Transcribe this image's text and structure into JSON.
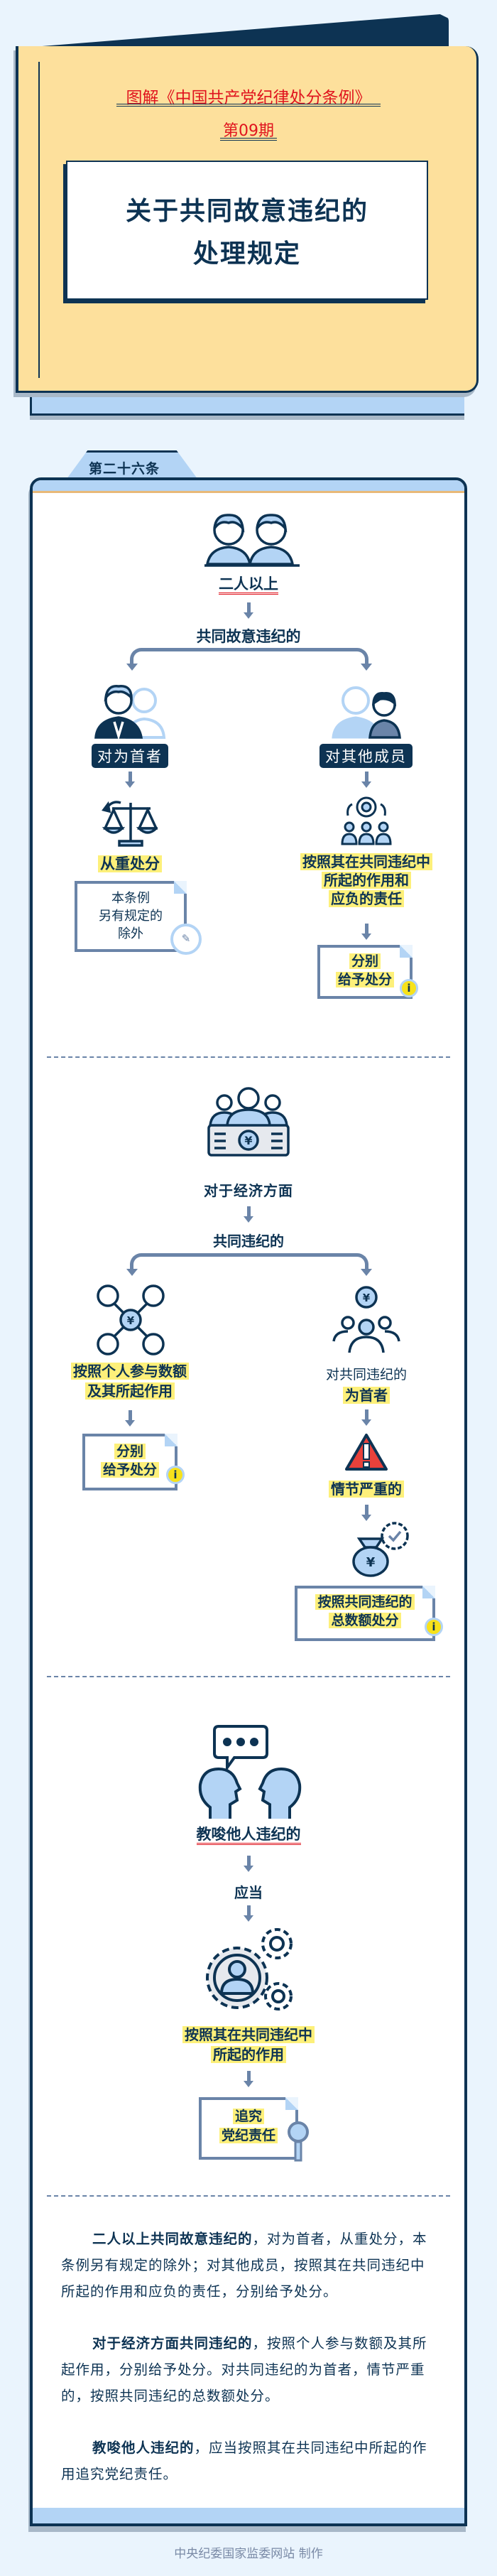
{
  "header": {
    "series_title": "图解《中国共产党纪律处分条例》",
    "issue": "第09期",
    "title_lines": [
      "关于共同故意违纪的",
      "处理规定"
    ]
  },
  "article": {
    "label": "第二十六条"
  },
  "section1": {
    "top": "二人以上",
    "branch": "共同故意违纪的",
    "left": {
      "label": "对为首者",
      "result": "从重处分",
      "note_lines": [
        "本条例",
        "另有规定的",
        "除外"
      ]
    },
    "right": {
      "label": "对其他成员",
      "result_lines": [
        "按照其在共同违纪中",
        "所起的作用和",
        "应负的责任"
      ],
      "box_lines": [
        "分别",
        "给予处分"
      ]
    }
  },
  "section2": {
    "top": "对于经济方面",
    "branch": "共同违纪的",
    "left": {
      "result_lines": [
        "按照个人参与数额",
        "及其所起作用"
      ],
      "box_lines": [
        "分别",
        "给予处分"
      ]
    },
    "right": {
      "pre": "对共同违纪的",
      "label": "为首者",
      "condition": "情节严重的",
      "box_lines": [
        "按照共同违纪的",
        "总数额处分"
      ]
    }
  },
  "section3": {
    "top": "教唆他人违纪的",
    "mid": "应当",
    "result_lines": [
      "按照其在共同违纪中",
      "所起的作用"
    ],
    "box_lines": [
      "追究",
      "党纪责任"
    ]
  },
  "summary": [
    {
      "bold": "二人以上共同故意违纪的",
      "rest": "，对为首者，从重处分，本条例另有规定的除外；对其他成员，按照其在共同违纪中所起的作用和应负的责任，分别给予处分。"
    },
    {
      "bold": "对于经济方面共同违纪的",
      "rest": "，按照个人参与数额及其所起作用，分别给予处分。对共同违纪的为首者，情节严重的，按照共同违纪的总数额处分。"
    },
    {
      "bold": "教唆他人违纪的",
      "rest": "，应当按照其在共同违纪中所起的作用追究党纪责任。"
    }
  ],
  "footer": "中央纪委国家监委网站 制作",
  "colors": {
    "navy": "#0d3353",
    "folder": "#fde09c",
    "light_blue": "#b3d4f5",
    "red": "#e0141e",
    "highlight": "#fdf07a",
    "arrow": "#6a84a8"
  }
}
